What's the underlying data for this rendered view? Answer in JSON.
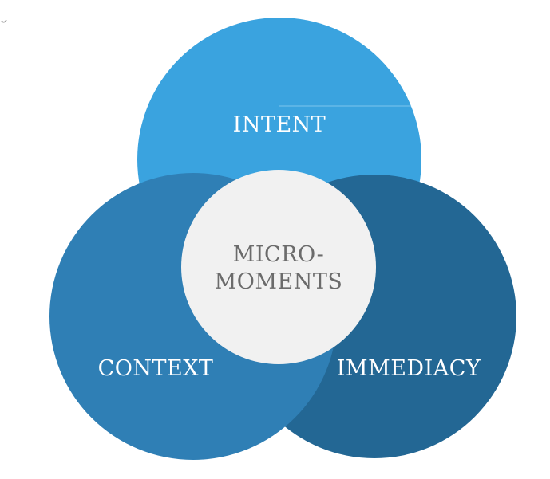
{
  "diagram": {
    "circles": {
      "intent": {
        "label": "INTENT",
        "color": "#3aa3df"
      },
      "context": {
        "label": "CONTEXT",
        "color": "#2f7fb5"
      },
      "immediacy": {
        "label": "IMMEDIACY",
        "color": "#236794"
      },
      "center": {
        "line1": "MICRO-",
        "line2": "MOMENTS",
        "color": "#f1f1f1"
      }
    },
    "text_colors": {
      "light": "#ffffff",
      "dark": "#6b6b6b"
    }
  }
}
